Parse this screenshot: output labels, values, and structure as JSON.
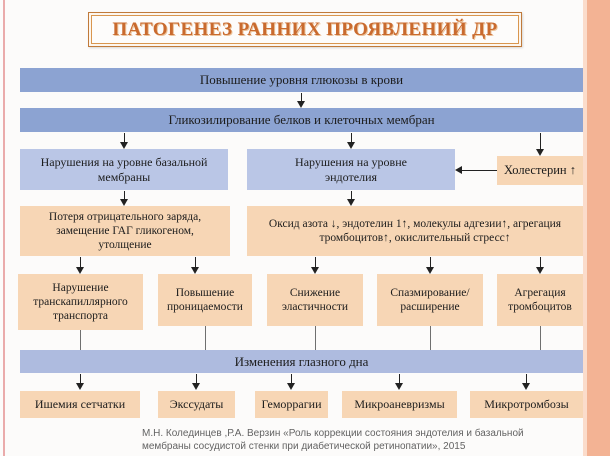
{
  "slide": {
    "title": "ПАТОГЕНЕЗ РАННИХ ПРОЯВЛЕНИЙ ДР",
    "citation": "М.Н. Колединцев ,Р.А. Верзин  «Роль коррекции состояния эндотелия и базальной мембраны сосудистой стенки при диабетической ретинопатии», 2015"
  },
  "flowchart": {
    "glucose": "Повышение уровня глюкозы в крови",
    "glycosylation": "Гликозилирование белков и клеточных мембран",
    "basal_membrane": "Нарушения на уровне базальной мембраны",
    "endothelium": "Нарушения на уровне эндотелия",
    "cholesterol": "Холестерин ↑",
    "basal_effects": "Потеря отрицательного заряда, замещение ГАГ гликогеном, утолщение",
    "endothelium_effects": "Оксид азота ↓, эндотелин 1↑, молекулы адгезии↑, агрегация тромбоцитов↑, окислительный стресс↑",
    "mechanisms": [
      "Нарушение транскапиллярного транспорта",
      "Повышение проницаемости",
      "Снижение эластичности",
      "Спазмирование/ расширение",
      "Агрегация тромбоцитов"
    ],
    "fundus_changes": "Изменения глазного дна",
    "outcomes": [
      "Ишемия сетчатки",
      "Экссудаты",
      "Геморрагии",
      "Микроаневризмы",
      "Микротромбозы"
    ]
  },
  "colors": {
    "bar-blue": "#8ca3d2",
    "box-blue": "#bac6e6",
    "bar-blue-mid": "#aebbdf",
    "box-peach": "#f7d6b5",
    "title-orange": "#c96a2e",
    "stripe-salmon": "#f3b394",
    "stripe-pink": "#eaabab"
  }
}
